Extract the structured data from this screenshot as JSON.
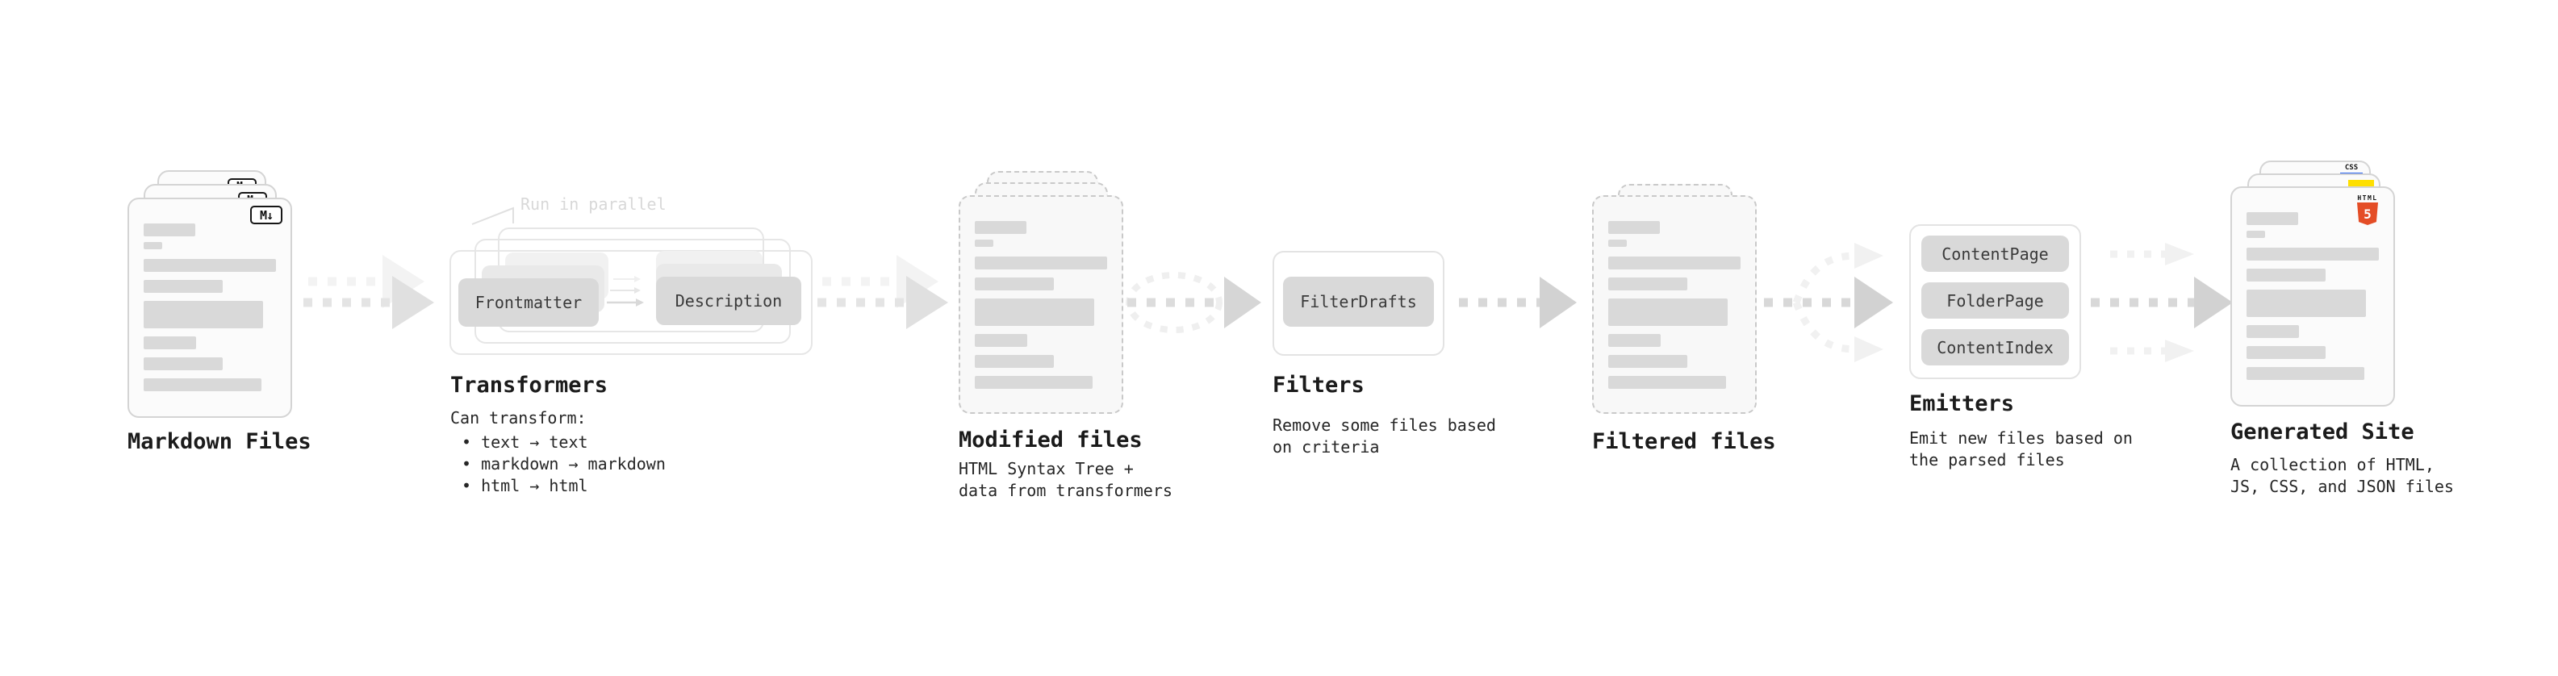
{
  "diagram": {
    "markdown_files": {
      "label": "Markdown Files",
      "icon": "M↓"
    },
    "transformers": {
      "title": "Transformers",
      "parallel_note": "Run in parallel",
      "input_box": "Frontmatter",
      "output_box": "Description",
      "caption_title": "Can transform:",
      "bullets": [
        "• text → text",
        "• markdown → markdown",
        "• html → html"
      ]
    },
    "modified_files": {
      "label": "Modified files",
      "caption_lines": [
        "HTML Syntax Tree +",
        "data from transformers"
      ]
    },
    "filters": {
      "title": "Filters",
      "box": "FilterDrafts",
      "caption_lines": [
        "Remove some files based",
        "on criteria"
      ]
    },
    "filtered_files": {
      "label": "Filtered files"
    },
    "emitters": {
      "title": "Emitters",
      "boxes": [
        "ContentPage",
        "FolderPage",
        "ContentIndex"
      ],
      "caption_lines": [
        "Emit new files based on",
        "the parsed files"
      ]
    },
    "generated_site": {
      "label": "Generated Site",
      "caption_lines": [
        "A collection of HTML,",
        "JS, CSS, and JSON files"
      ],
      "icons": {
        "html_label": "HTML",
        "html_number": "5",
        "css_label": "CSS"
      }
    },
    "colors": {
      "html5_orange": "#e44d26",
      "js_yellow": "#fedf00",
      "css_blue": "#2965f1",
      "bar_gray": "#d9d9d9",
      "pill_gray": "#d9d9d9",
      "arrow_gray": "#dcdcdc",
      "arrow_light": "#f2f2f2",
      "note_gray": "#d8d8d8",
      "text_dark": "#1b1b1b"
    }
  }
}
